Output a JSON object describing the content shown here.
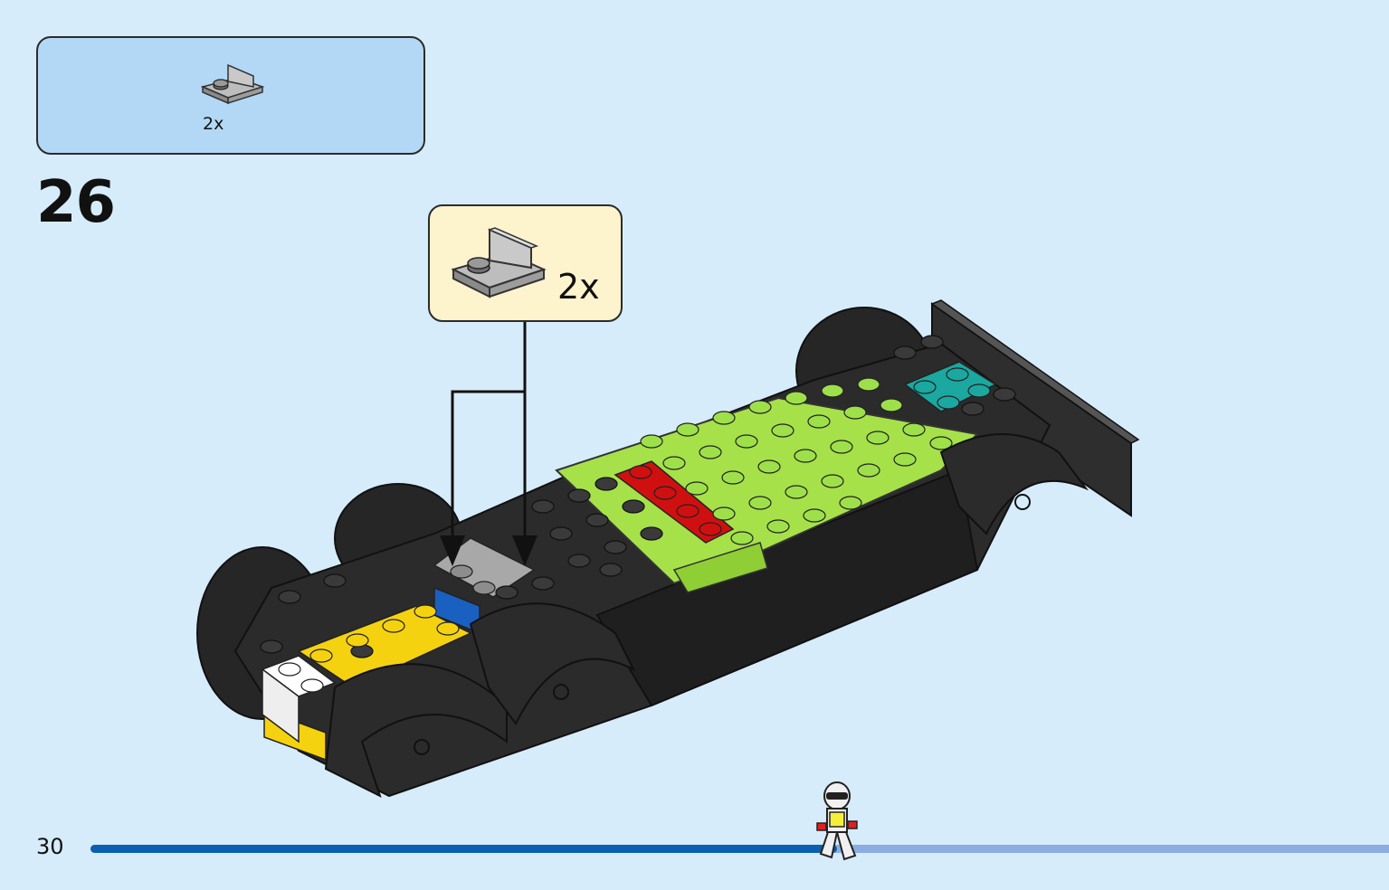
{
  "parts_list": {
    "quantity": "2x",
    "part_icon": "grey-bracket-plate-icon"
  },
  "step": {
    "number": "26"
  },
  "callout": {
    "quantity": "2x",
    "part_icon": "grey-bracket-plate-icon"
  },
  "footer": {
    "page_number": "30",
    "progress": 0.575,
    "progress_icon": "minifigure-runner-icon"
  },
  "colors": {
    "background": "#d6ecfb",
    "parts_box": "#b3d8f6",
    "callout_box": "#fdf3cd",
    "progress_done": "#0b5fb0",
    "progress_remaining": "#8cade0",
    "part_grey": "#a8a8a8",
    "lime": "#a6e14a",
    "black_brick": "#2a2a2a"
  }
}
